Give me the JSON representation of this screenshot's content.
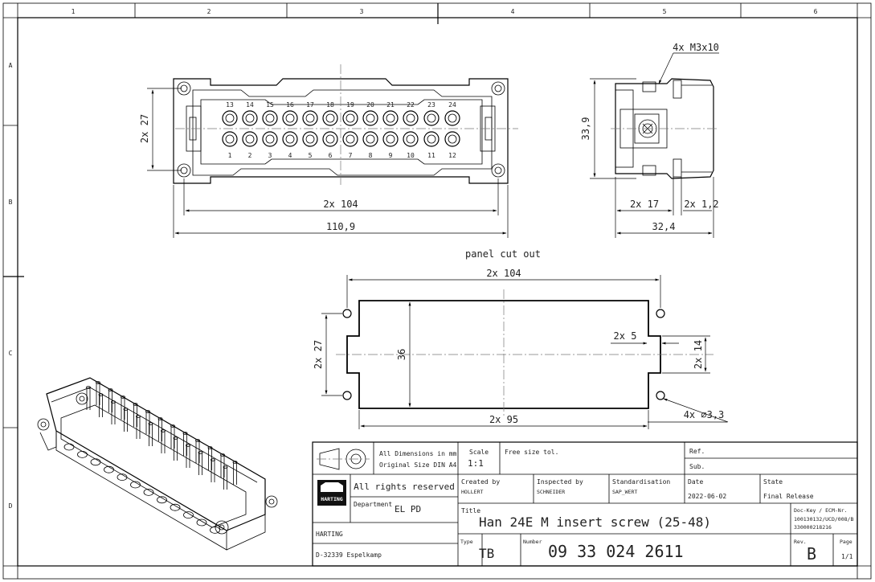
{
  "grid": {
    "columns": [
      "1",
      "2",
      "3",
      "4",
      "5",
      "6"
    ],
    "rows": [
      "A",
      "B",
      "C",
      "D"
    ]
  },
  "front_view": {
    "top_pins": [
      "13",
      "14",
      "15",
      "16",
      "17",
      "18",
      "19",
      "20",
      "21",
      "22",
      "23",
      "24"
    ],
    "bottom_pins": [
      "1",
      "2",
      "3",
      "4",
      "5",
      "6",
      "7",
      "8",
      "9",
      "10",
      "11",
      "12"
    ],
    "dim_height": "2x 27",
    "dim_width_inner": "2x 104",
    "dim_width_total": "110,9"
  },
  "side_view": {
    "screw_callout": "4x M3x10",
    "dim_height": "33,9",
    "dim_depth_a": "2x 17",
    "dim_depth_b": "2x 1,2",
    "dim_total": "32,4"
  },
  "cutout": {
    "title": "panel cut out",
    "dim_top": "2x 104",
    "dim_bottom": "2x 95",
    "dim_left": "2x 27",
    "dim_center": "36",
    "dim_notch": "2x 5",
    "dim_right": "2x 14",
    "dim_hole": "4x ∅3,3"
  },
  "title_block": {
    "dimensions_note": "All Dimensions in mm",
    "original_size": "Original Size DIN A4",
    "scale_label": "Scale",
    "scale_value": "1:1",
    "free_size_tol": "Free size tol.",
    "ref_label": "Ref.",
    "sub_label": "Sub.",
    "rights": "All rights reserved",
    "created_label": "Created by",
    "created_value": "HOLLERT",
    "inspected_label": "Inspected by",
    "inspected_value": "SCHNEIDER",
    "standard_label": "Standardisation",
    "standard_value": "SAP_WERT",
    "date_label": "Date",
    "date_value": "2022-06-02",
    "state_label": "State",
    "state_value": "Final Release",
    "department_label": "Department",
    "department_value": "EL PD",
    "title_label": "Title",
    "title_value": "Han 24E M insert screw (25-48)",
    "dockey_label": "Doc-Key / ECM-Nr.",
    "dockey_value_1": "100130132/UCD/008/B",
    "dockey_value_2": "330000218216",
    "company": "HARTING",
    "address": "D-32339 Espelkamp",
    "type_label": "Type",
    "type_value": "TB",
    "number_label": "Number",
    "number_value": "09 33 024 2611",
    "rev_label": "Rev.",
    "rev_value": "B",
    "page_label": "Page",
    "page_value": "1/1",
    "logo_text": "HARTING"
  }
}
